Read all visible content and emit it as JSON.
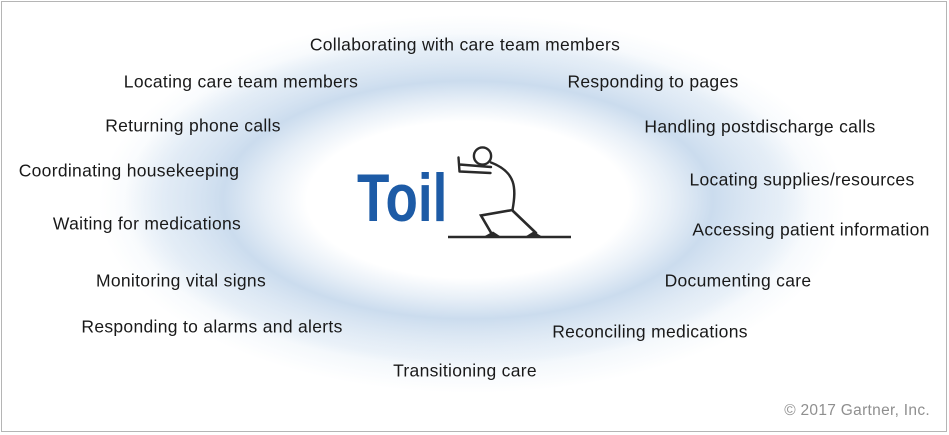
{
  "center": {
    "title": "Toil",
    "figure_icon": "pushing-stick-figure-icon"
  },
  "orbit_labels": [
    {
      "text": "Collaborating with care team members"
    },
    {
      "text": "Locating care team members"
    },
    {
      "text": "Responding to pages"
    },
    {
      "text": "Returning phone calls"
    },
    {
      "text": "Handling postdischarge calls"
    },
    {
      "text": "Coordinating housekeeping"
    },
    {
      "text": "Locating supplies/resources"
    },
    {
      "text": "Waiting for medications"
    },
    {
      "text": "Accessing patient information"
    },
    {
      "text": "Monitoring vital signs"
    },
    {
      "text": "Documenting care"
    },
    {
      "text": "Responding to alarms and alerts"
    },
    {
      "text": "Reconciling medications"
    },
    {
      "text": "Transitioning care"
    }
  ],
  "footer": {
    "copyright": "© 2017 Gartner, Inc."
  },
  "colors": {
    "accent_blue": "#1d5ba6",
    "glow_blue": "#cbdcee",
    "label_text": "#191919",
    "footer_gray": "#8f8f8f",
    "border_gray": "#b5b5b5",
    "figure_stroke": "#2a2a2a"
  }
}
